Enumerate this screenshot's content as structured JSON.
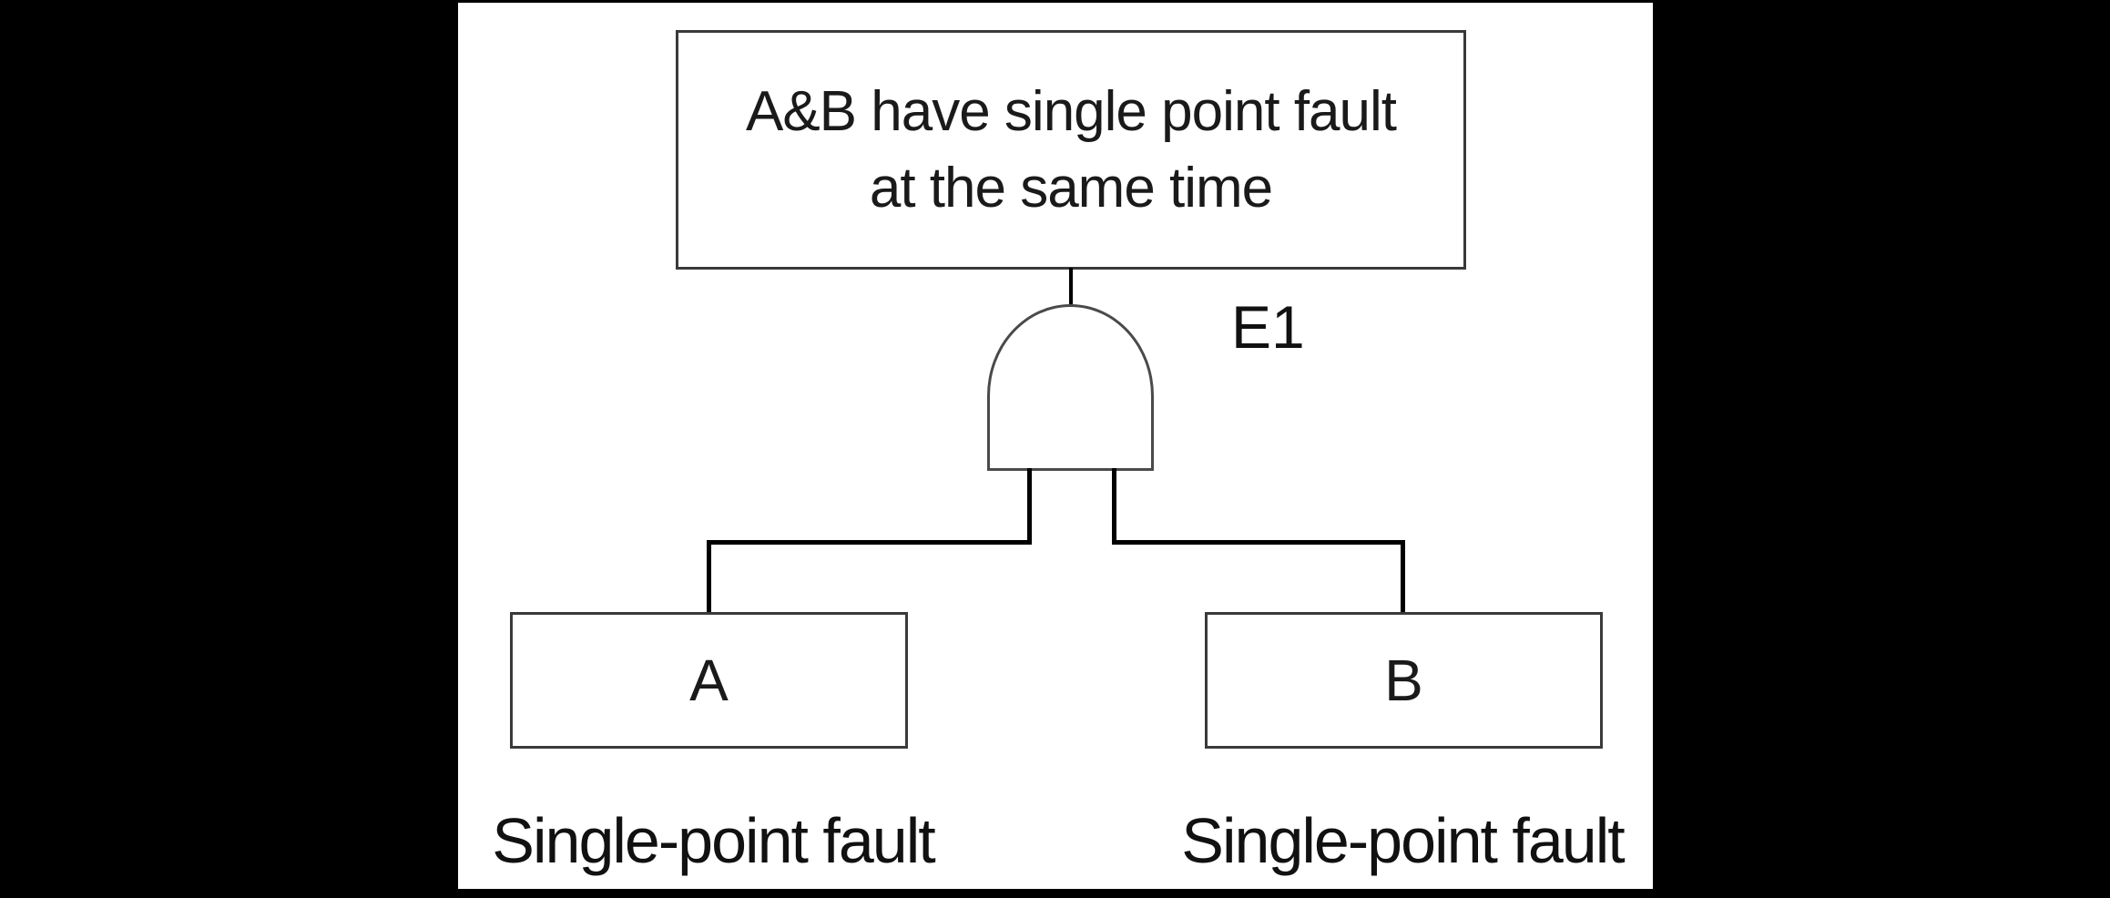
{
  "diagram": {
    "kind": "fault-tree",
    "top_event": {
      "line1": "A&B have single point fault",
      "line2": "at the same time"
    },
    "gate": {
      "type": "and-gate",
      "label": "E1"
    },
    "basic_events": [
      {
        "letter": "A",
        "caption": "Single-point fault"
      },
      {
        "letter": "B",
        "caption": "Single-point fault"
      }
    ],
    "colors": {
      "page_background": "#000000",
      "canvas_background": "#ffffff",
      "line_color": "#000000",
      "box_border": "#3a3a3a",
      "text_color": "#1a1a1a"
    }
  }
}
